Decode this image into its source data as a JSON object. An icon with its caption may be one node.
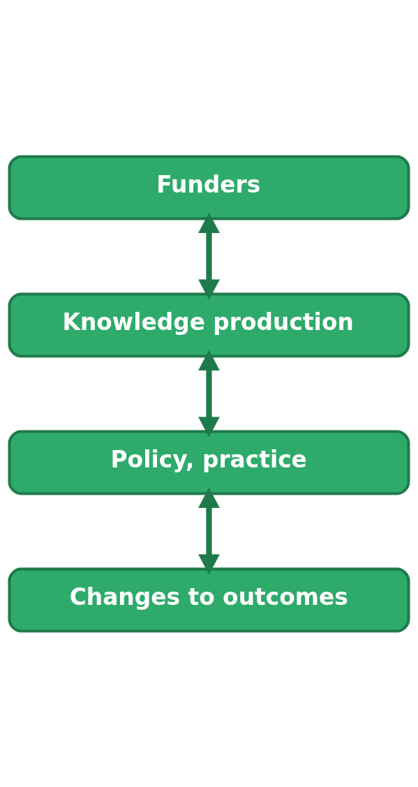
{
  "diagram": {
    "nodes": [
      {
        "text": [
          "Funders"
        ]
      },
      {
        "text": [
          "Knowledge production"
        ]
      },
      {
        "text": [
          "Policy, practice"
        ]
      },
      {
        "text": [
          "Changes to outcomes"
        ]
      }
    ],
    "edges": [
      {
        "from": 0,
        "to": 1,
        "arrow": "both"
      },
      {
        "from": 1,
        "to": 2,
        "arrow": "both"
      },
      {
        "from": 2,
        "to": 3,
        "arrow": "both"
      }
    ]
  }
}
